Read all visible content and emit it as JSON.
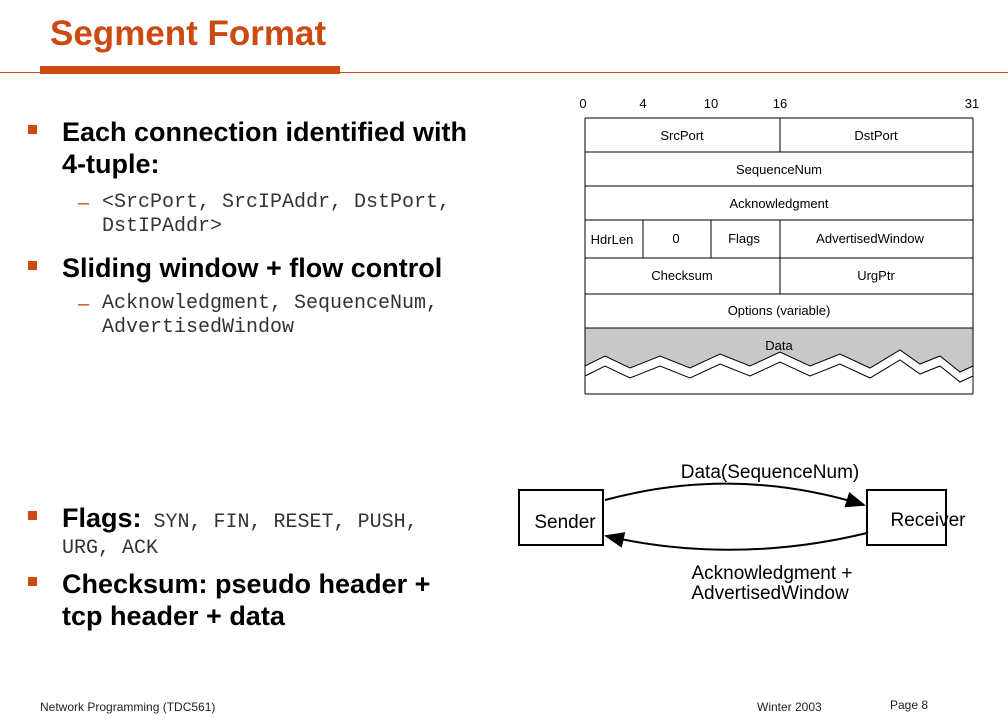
{
  "title": "Segment Format",
  "bullets": {
    "b1_line1": "Each connection identified with",
    "b1_line2": "4-tuple:",
    "b1_sub1": "<SrcPort, SrcIPAddr, DstPort,",
    "b1_sub2": "DstIPAddr>",
    "b2_line1": "Sliding window + flow control",
    "b2_sub1": "Acknowledgment, SequenceNum,",
    "b2_sub2": "AdvertisedWindow",
    "b3_prefix": "Flags:",
    "b3_rest1": "SYN, FIN, RESET, PUSH,",
    "b3_rest2": "URG, ACK",
    "b4_line1": "Checksum: pseudo header +",
    "b4_line2": "tcp header + data",
    "dash": "–"
  },
  "header_diagram": {
    "bit_labels": [
      "0",
      "4",
      "10",
      "16",
      "31"
    ],
    "fields": {
      "srcport": "SrcPort",
      "dstport": "DstPort",
      "seqnum": "SequenceNum",
      "ack": "Acknowledgment",
      "hdrlen": "HdrLen",
      "zero": "0",
      "flags": "Flags",
      "advwin": "AdvertisedWindow",
      "checksum": "Checksum",
      "urgptr": "UrgPtr",
      "options": "Options (variable)",
      "data": "Data"
    }
  },
  "flow_diagram": {
    "sender": "Sender",
    "receiver": "Receiver",
    "top_label": "Data(SequenceNum)",
    "bottom_label_1": "Acknowledgment +",
    "bottom_label_2": "AdvertisedWindow"
  },
  "footer": {
    "course": "Network Programming  (TDC561)",
    "term": "Winter  2003",
    "page": "Page 8"
  }
}
